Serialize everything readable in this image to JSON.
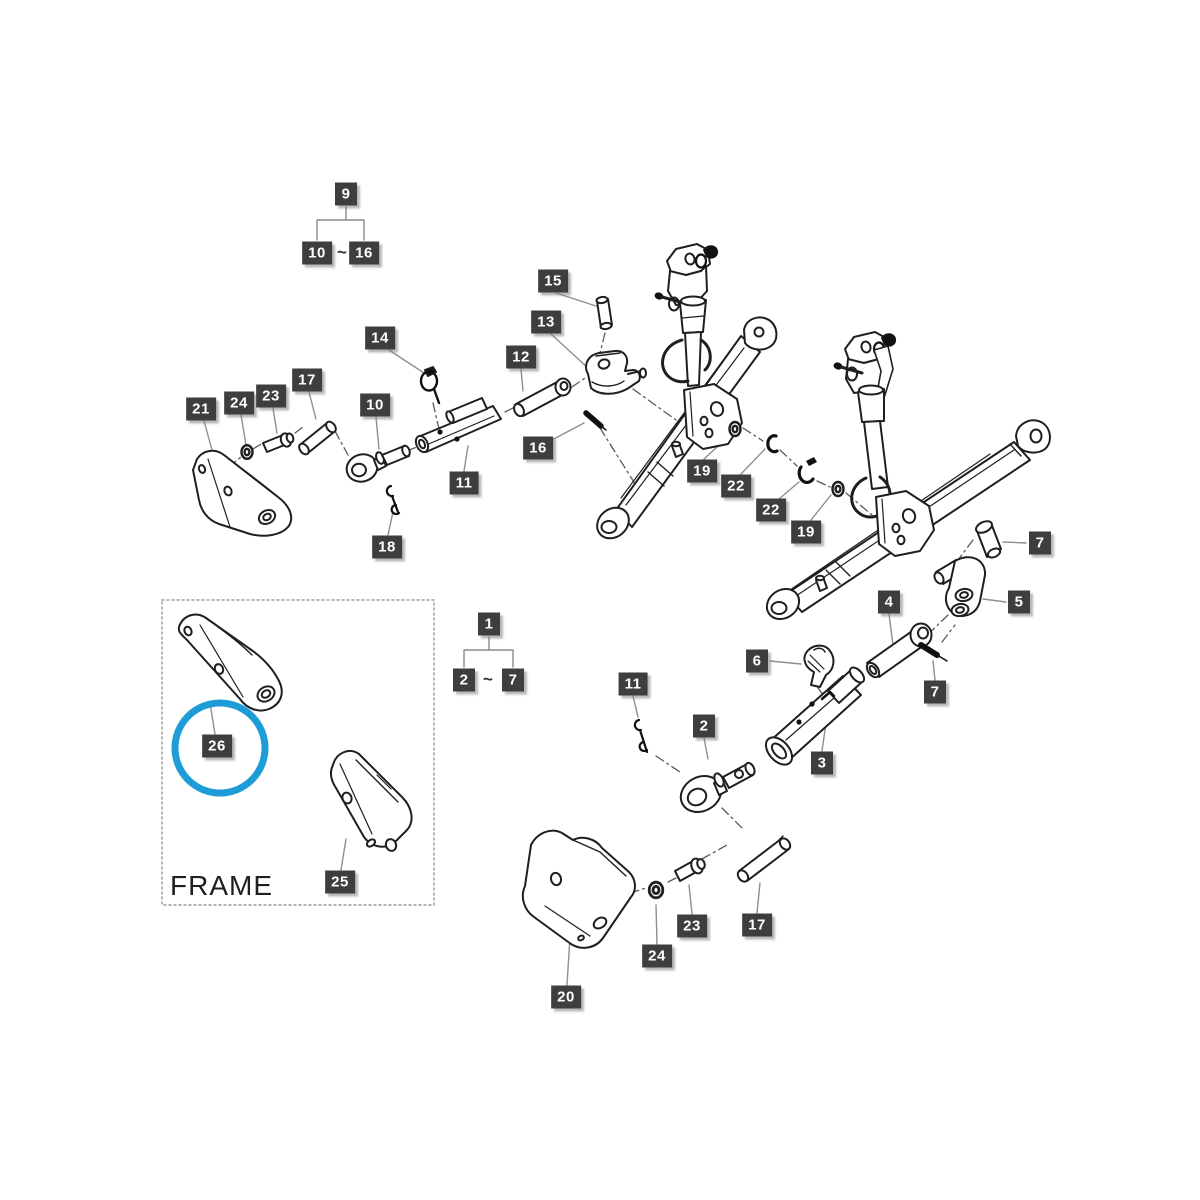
{
  "diagram": {
    "type": "exploded-parts-diagram",
    "frame_label": "FRAME",
    "tilde": "~",
    "colors": {
      "label_bg": "#3e3e3e",
      "label_text": "#ffffff",
      "highlight_circle": "#1e9cd7",
      "part_line": "#1f1f1f",
      "leader_line": "#8f8f8f"
    },
    "group_ranges": [
      {
        "parent": "9",
        "from": "10",
        "to": "16"
      },
      {
        "parent": "1",
        "from": "2",
        "to": "7"
      }
    ],
    "labels": {
      "l9": {
        "text": "9"
      },
      "l10a": {
        "text": "10"
      },
      "l16a": {
        "text": "16"
      },
      "l15": {
        "text": "15"
      },
      "l13": {
        "text": "13"
      },
      "l14": {
        "text": "14"
      },
      "l12": {
        "text": "12"
      },
      "l17a": {
        "text": "17"
      },
      "l21": {
        "text": "21"
      },
      "l24a": {
        "text": "24"
      },
      "l23a": {
        "text": "23"
      },
      "l10b": {
        "text": "10"
      },
      "l16b": {
        "text": "16"
      },
      "l11a": {
        "text": "11"
      },
      "l19a": {
        "text": "19"
      },
      "l22a": {
        "text": "22"
      },
      "l22b": {
        "text": "22"
      },
      "l19b": {
        "text": "19"
      },
      "l18": {
        "text": "18"
      },
      "l7a": {
        "text": "7"
      },
      "l5": {
        "text": "5"
      },
      "l4": {
        "text": "4"
      },
      "l6": {
        "text": "6"
      },
      "l1": {
        "text": "1"
      },
      "l2a": {
        "text": "2"
      },
      "l7b": {
        "text": "7"
      },
      "l11b": {
        "text": "11"
      },
      "l2b": {
        "text": "2"
      },
      "l3": {
        "text": "3"
      },
      "l7c": {
        "text": "7"
      },
      "l26": {
        "text": "26"
      },
      "l25": {
        "text": "25"
      },
      "l23b": {
        "text": "23"
      },
      "l24b": {
        "text": "24"
      },
      "l17b": {
        "text": "17"
      },
      "l20": {
        "text": "20"
      }
    }
  }
}
